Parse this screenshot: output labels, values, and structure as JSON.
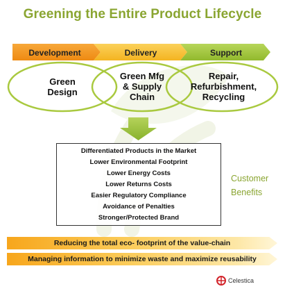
{
  "title": "Greening the Entire Product Lifecycle",
  "phases": [
    {
      "label": "Development",
      "color": "#f39a1d"
    },
    {
      "label": "Delivery",
      "color": "#f8c43b"
    },
    {
      "label": "Support",
      "color": "#a2c43a"
    }
  ],
  "stages": [
    {
      "line1": "Green",
      "line2": "Design",
      "line3": ""
    },
    {
      "line1": "Green Mfg",
      "line2": "& Supply",
      "line3": "Chain"
    },
    {
      "line1": "Repair,",
      "line2": "Refurbishment,",
      "line3": "Recycling"
    }
  ],
  "benefits": [
    "Differentiated Products in the Market",
    "Lower Environmental Footprint",
    "Lower Energy Costs",
    "Lower Returns Costs",
    "Easier Regulatory Compliance",
    "Avoidance of Penalties",
    "Stronger/Protected Brand"
  ],
  "customer_benefits": {
    "line1": "Customer",
    "line2": "Benefits"
  },
  "banners": [
    "Reducing the total eco- footprint of the value-chain",
    "Managing information to minimize waste and maximize reusability"
  ],
  "logo_text": "Celestica",
  "colors": {
    "title_green": "#8aa531",
    "ellipse_stroke": "#a9c93f",
    "arrow_green": "#9cc13a",
    "logo_red": "#d2232a"
  }
}
